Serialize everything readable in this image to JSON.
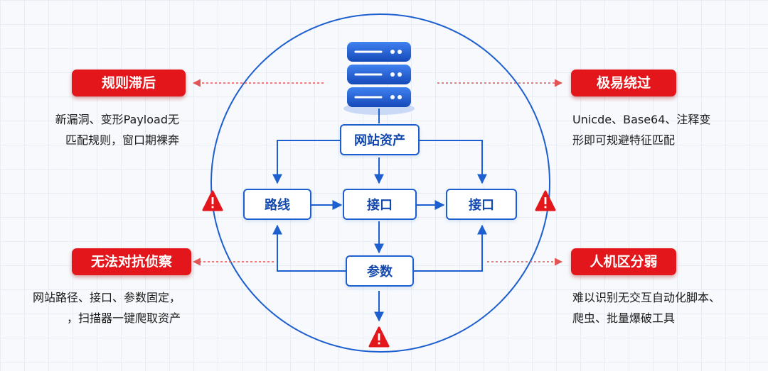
{
  "center": {
    "site_assets": "网站资产",
    "route": "路线",
    "interface_1": "接口",
    "interface_2": "接口",
    "params": "参数"
  },
  "left_top": {
    "title": "规则滞后",
    "desc": [
      "新漏洞、变形Payload无",
      "匹配规则，窗口期裸奔"
    ]
  },
  "right_top": {
    "title": "极易绕过",
    "desc": [
      "Unicde、Base64、注释变",
      "形即可规避特征匹配"
    ]
  },
  "left_bottom": {
    "title": "无法对抗侦察",
    "desc": [
      "网站路径、接口、参数固定，",
      "，扫描器一键爬取资产"
    ]
  },
  "right_bottom": {
    "title": "人机区分弱",
    "desc": [
      "难以识别无交互自动化脚本、",
      "爬虫、批量爆破工具"
    ]
  },
  "icons": {
    "server": "server-icon",
    "warning": "warning-icon"
  },
  "colors": {
    "accent_red": "#e3161b",
    "line_blue": "#1e5fd0",
    "text_blue": "#1248ad",
    "dashed_red": "#e25555"
  }
}
